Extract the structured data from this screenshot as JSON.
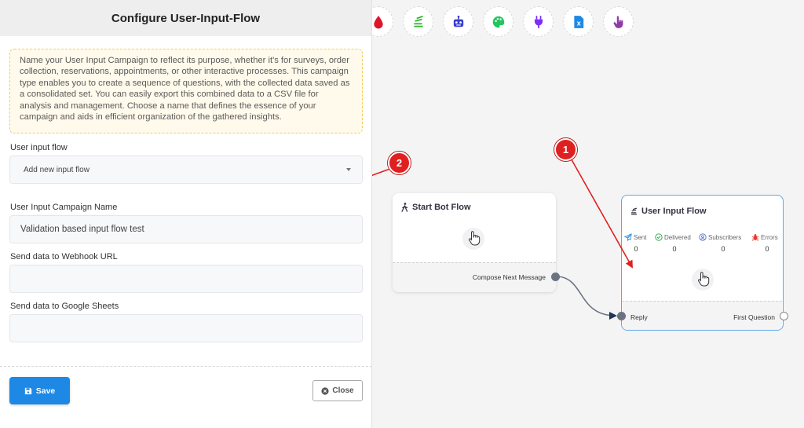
{
  "panel": {
    "title": "Configure User-Input-Flow",
    "info_text": "Name your User Input Campaign to reflect its purpose, whether it's for surveys, order collection, reservations, appointments, or other interactive processes. This campaign type enables you to create a sequence of questions, with the collected data saved as a consolidated set. You can easily export this combined data to a CSV file for analysis and management. Choose a name that defines the essence of your campaign and aids in efficient organization of the gathered insights.",
    "flow_label": "User input flow",
    "flow_value": "Add new input flow",
    "name_label": "User Input Campaign Name",
    "name_value": "Validation based input flow test",
    "webhook_label": "Send data to Webhook URL",
    "webhook_value": "",
    "sheets_label": "Send data to Google Sheets",
    "sheets_value": "",
    "save_label": "Save",
    "close_label": "Close"
  },
  "toolbar": {
    "icons": [
      "drop-icon",
      "stack-icon",
      "robot-icon",
      "palette-icon",
      "plug-icon",
      "excel-file-icon",
      "pointer-hand-icon"
    ]
  },
  "start_node": {
    "title": "Start Bot Flow",
    "output_label": "Compose Next Message"
  },
  "uif_node": {
    "title": "User Input Flow",
    "stats": [
      {
        "label": "Sent",
        "value": "0"
      },
      {
        "label": "Delivered",
        "value": "0"
      },
      {
        "label": "Subscribers",
        "value": "0"
      },
      {
        "label": "Errors",
        "value": "0"
      }
    ],
    "input_label": "Reply",
    "output_label": "First Question"
  },
  "annotations": {
    "badge_1": "1",
    "badge_2": "2"
  },
  "colors": {
    "primary": "#1e88e5",
    "annotation_red": "#e02020",
    "node_border": "#5ea8e8"
  }
}
